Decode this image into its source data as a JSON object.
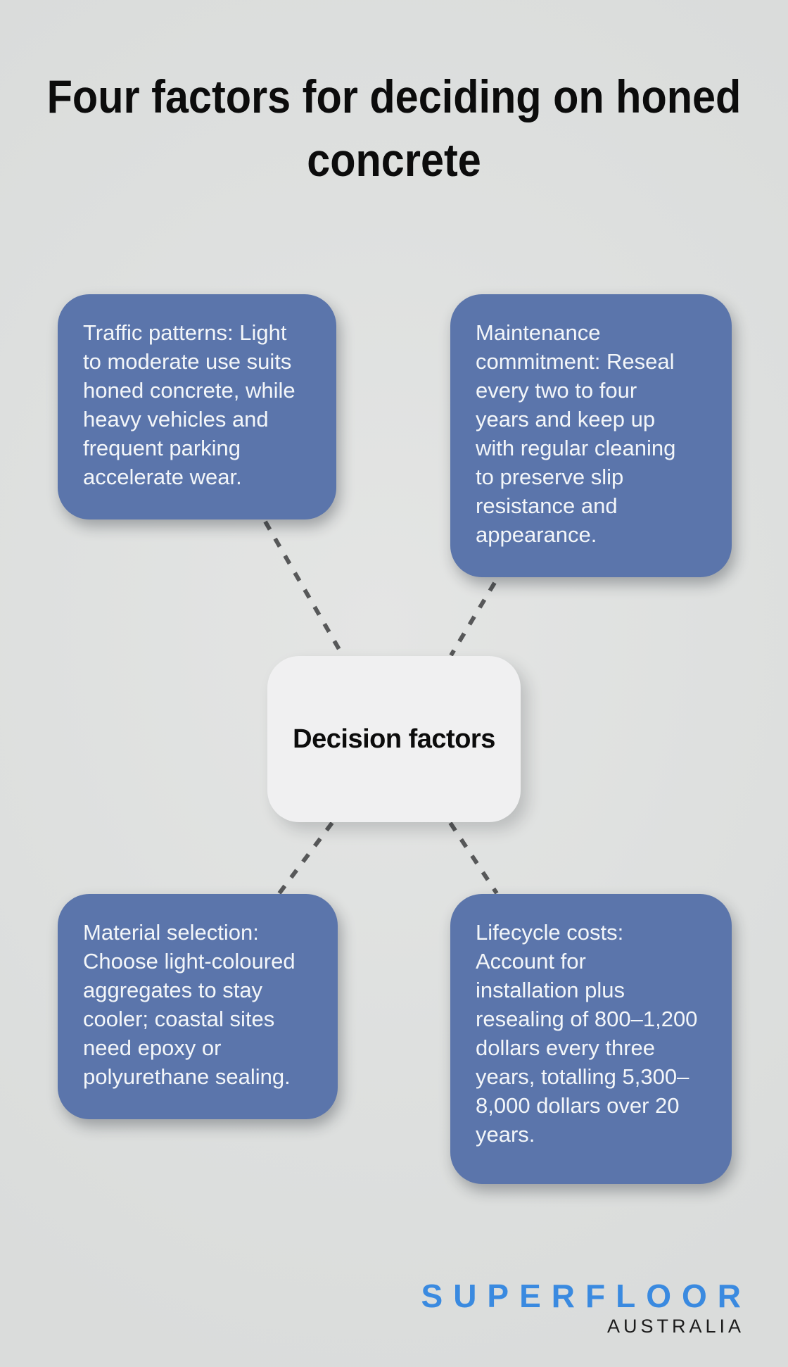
{
  "title": "Four factors for deciding on honed concrete",
  "center": {
    "label": "Decision factors"
  },
  "factors": [
    {
      "id": "traffic-patterns",
      "text": "Traffic patterns: Light\nto moderate use suits\nhoned concrete, while\nheavy vehicles and\nfrequent parking\naccelerate wear."
    },
    {
      "id": "maintenance-commitment",
      "text": "Maintenance\ncommitment: Reseal\nevery two to four\nyears and keep up\nwith regular cleaning\nto preserve slip\nresistance and\nappearance."
    },
    {
      "id": "material-selection",
      "text": "Material selection:\nChoose light-coloured\naggregates to stay\ncooler; coastal sites\nneed epoxy or\npolyurethane sealing."
    },
    {
      "id": "lifecycle-costs",
      "text": "Lifecycle costs:\nAccount for\ninstallation plus\nresealing of 800–1,200\ndollars every three\nyears, totalling 5,300–\n8,000 dollars over 20\nyears."
    }
  ],
  "logo": {
    "brand": "SUPERFLOOR",
    "region": "AUSTRALIA"
  },
  "colors": {
    "background": "#dee0df",
    "factor_box": "#5b75ab",
    "factor_text": "#f3f6f9",
    "center_box": "#f0f0f1",
    "connector_dash": "#575859",
    "title_text": "#0c0c0c",
    "logo_brand_blue": "#3a8ae0",
    "logo_region_black": "#1c1c1c"
  }
}
